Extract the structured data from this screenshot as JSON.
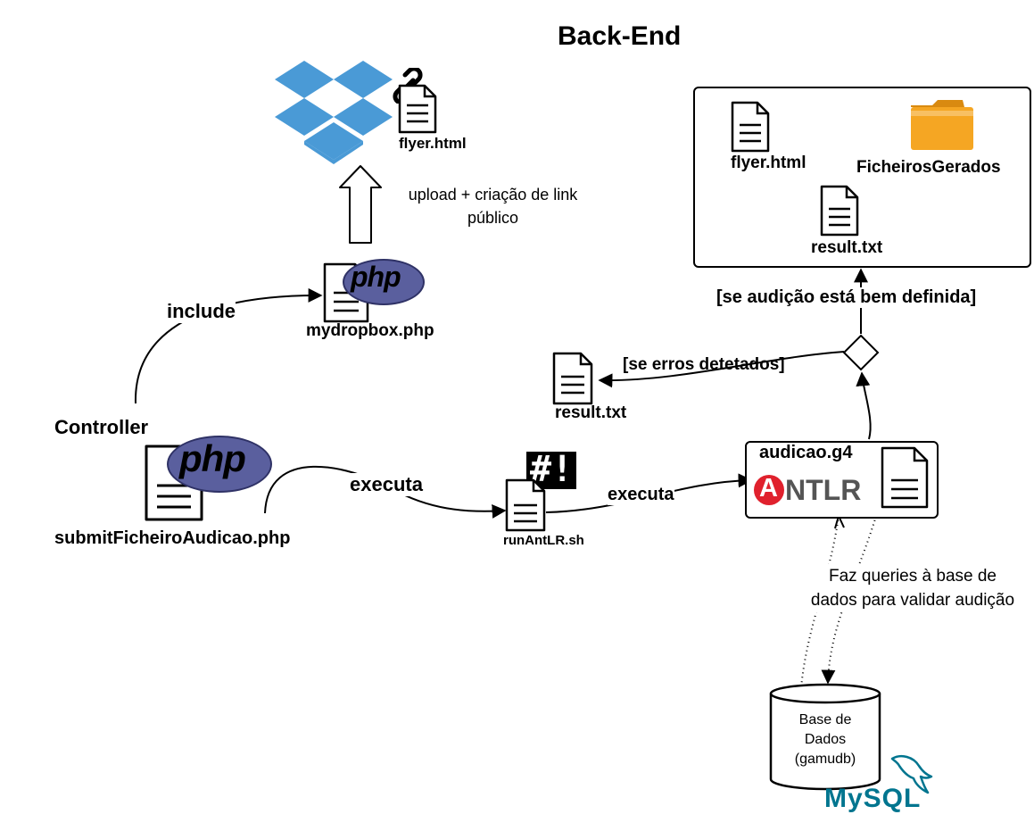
{
  "title": "Back-End",
  "dropbox": {
    "icon": "dropbox-icon",
    "file_label": "flyer.html",
    "arrow_label": "upload + criação de  link público",
    "color": "#4a9ad6"
  },
  "mydropbox": {
    "label": "mydropbox.php",
    "logo_text": "php"
  },
  "include_label": "include",
  "controller": {
    "heading": "Controller",
    "file_label": "submitFicheiroAudicao.php",
    "logo_text": "php"
  },
  "executa_1": "executa",
  "executa_2": "executa",
  "script": {
    "label": "runAntLR.sh",
    "badge": "#!"
  },
  "antlr": {
    "grammar_label": "audicao.g4",
    "logo_text": "NTLR",
    "logo_letter": "A",
    "color": "#e0212d"
  },
  "errors_label": "[se erros detetados]",
  "result_left": "result.txt",
  "success_label": "[se audição está bem definida]",
  "output_box": {
    "flyer_label": "flyer.html",
    "folder_label": "FicheirosGerados",
    "result_label": "result.txt",
    "folder_color": "#f5a623"
  },
  "queries_label": "Faz queries à base de dados para validar audição",
  "database": {
    "line1": "Base de",
    "line2": "Dados",
    "line3": "(gamudb)"
  },
  "mysql": {
    "logo_text": "MySQL",
    "color": "#00758f",
    "accent": "#f29111"
  },
  "php_color": "#5a5f9e"
}
